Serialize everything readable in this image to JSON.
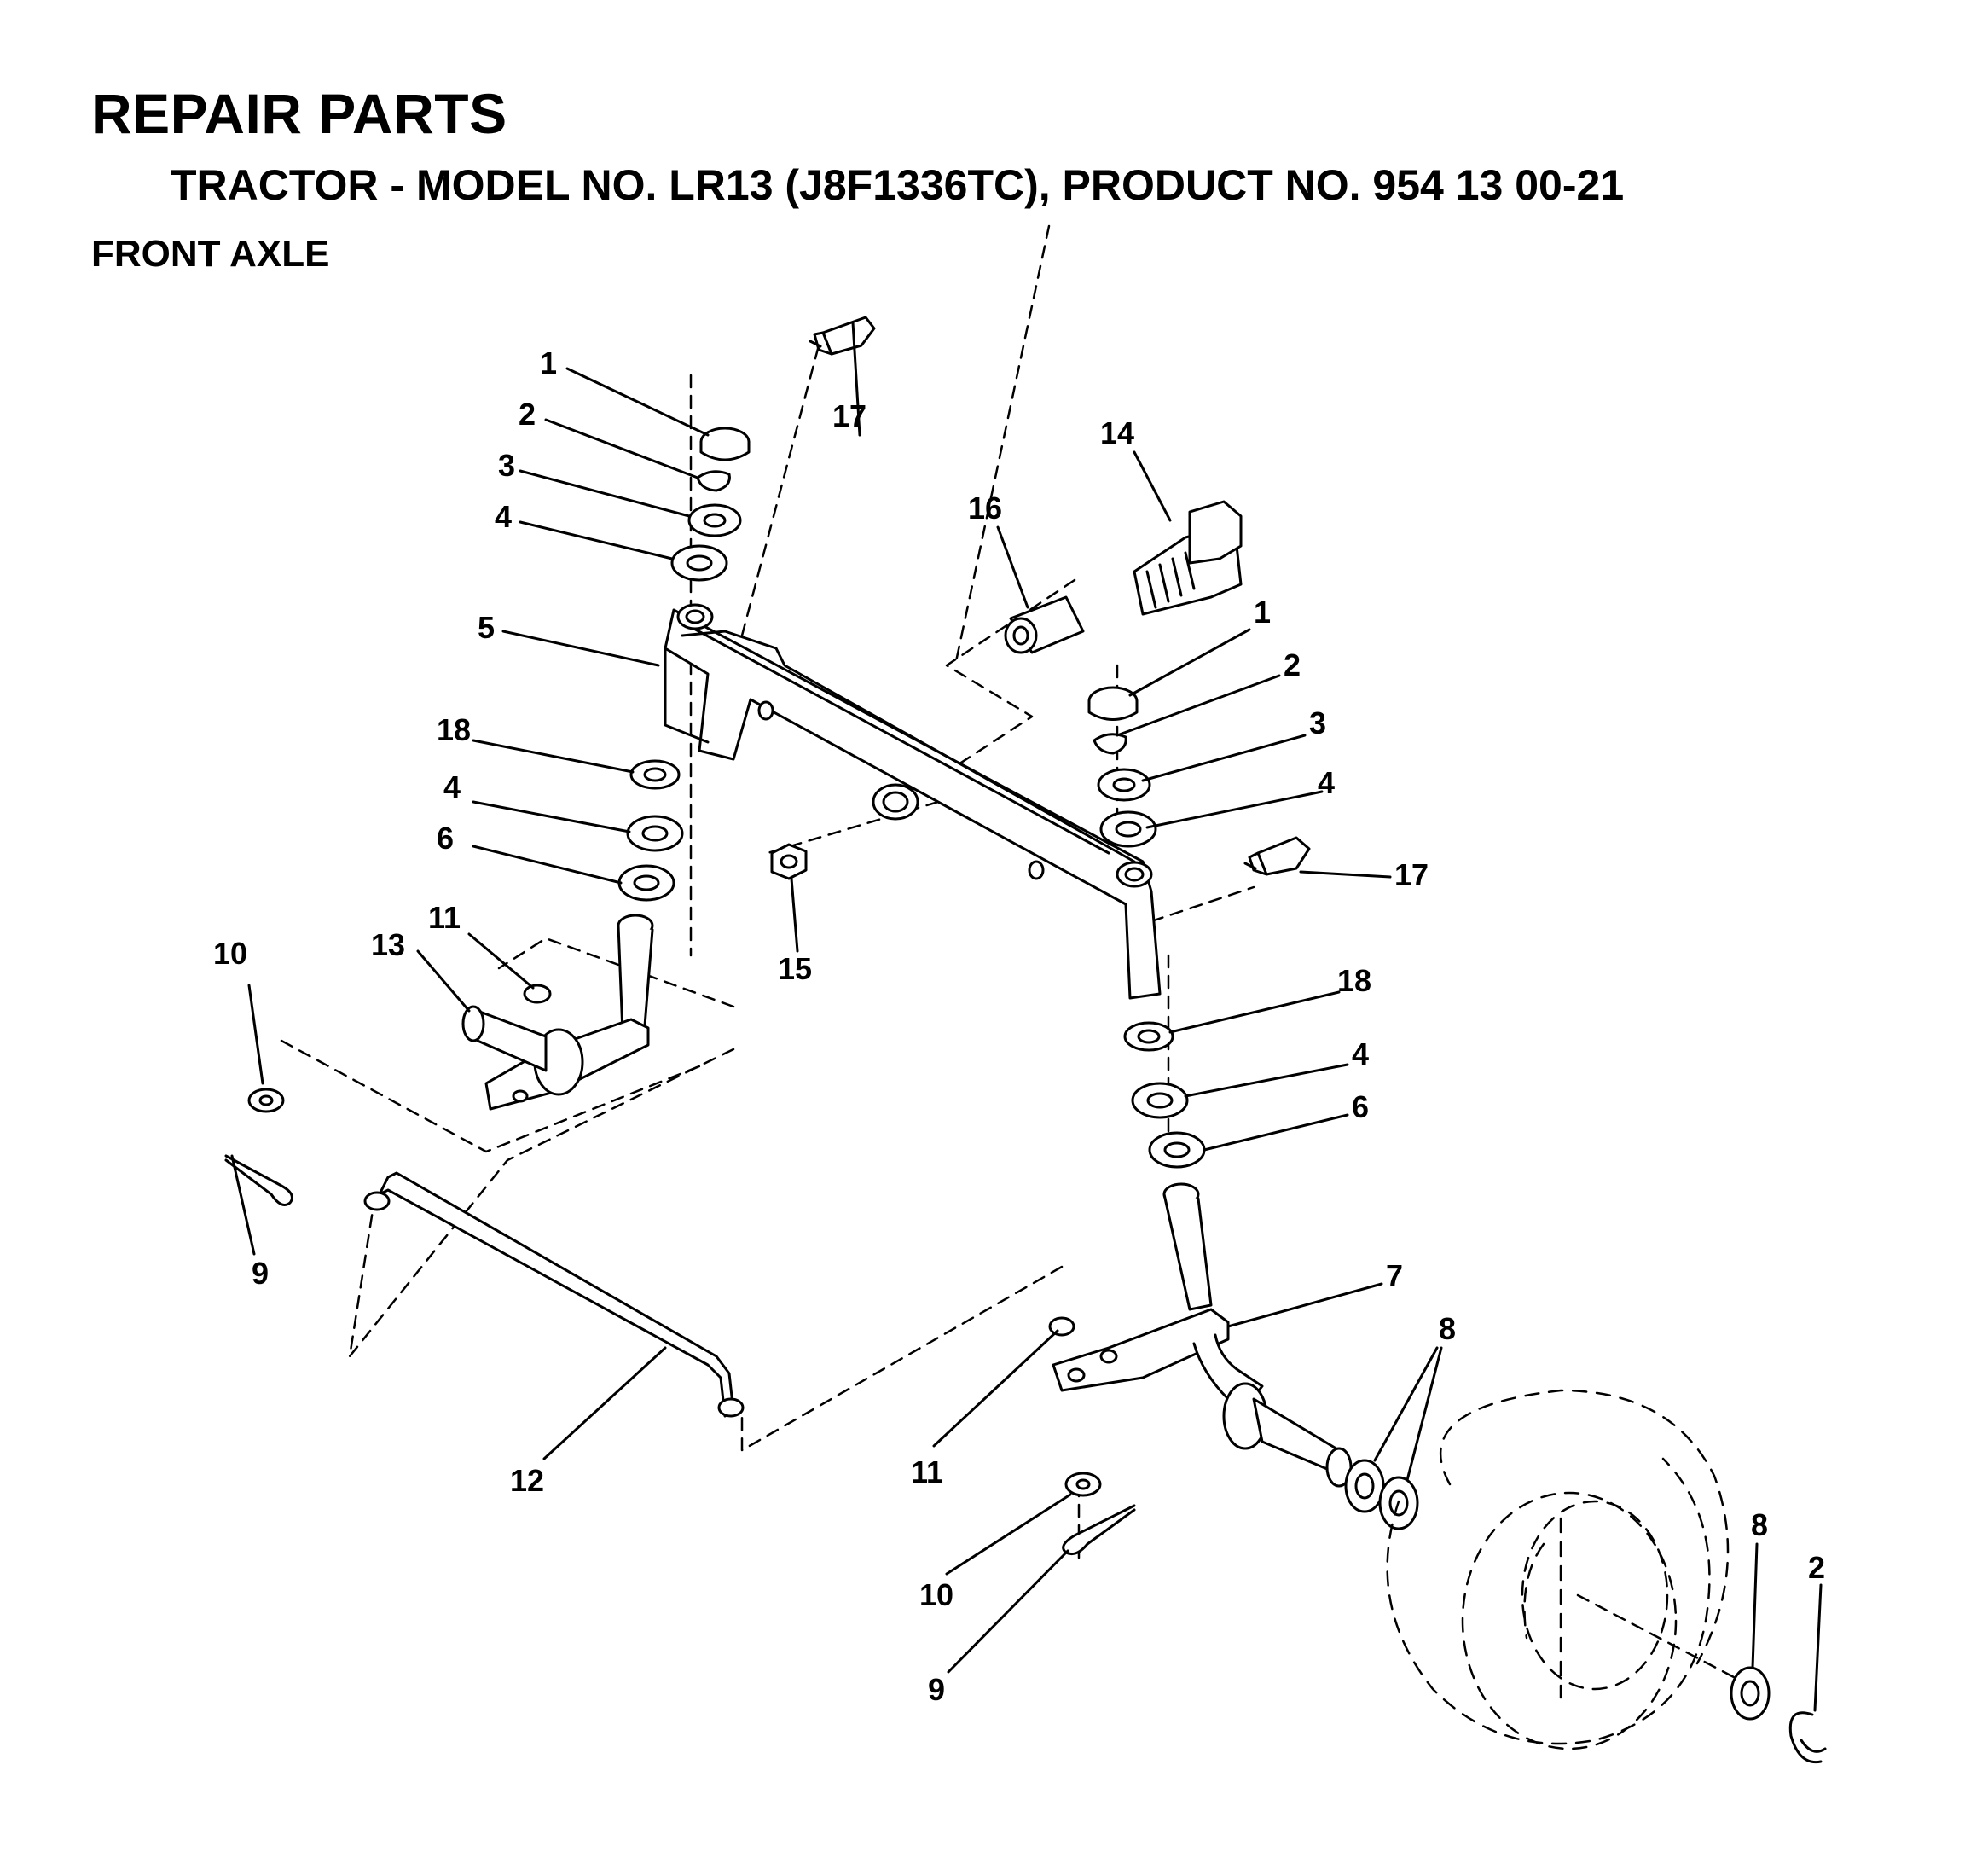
{
  "header": {
    "title": "REPAIR PARTS",
    "subtitle": "TRACTOR - MODEL NO. LR13 (J8F1336TC), PRODUCT NO. 954 13 00-21",
    "section": "FRONT AXLE"
  },
  "callouts": {
    "c1a": "1",
    "c2a": "2",
    "c3a": "3",
    "c4a": "4",
    "c5": "5",
    "c17a": "17",
    "c14": "14",
    "c16": "16",
    "c1b": "1",
    "c2b": "2",
    "c3b": "3",
    "c4b": "4",
    "c17b": "17",
    "c18a": "18",
    "c4c": "4",
    "c6a": "6",
    "c15": "15",
    "c11a": "11",
    "c13": "13",
    "c10a": "10",
    "c9a": "9",
    "c18b": "18",
    "c4d": "4",
    "c6b": "6",
    "c7": "7",
    "c8a": "8",
    "c12": "12",
    "c11b": "11",
    "c10b": "10",
    "c9b": "9",
    "c8b": "8",
    "c2c": "2"
  }
}
